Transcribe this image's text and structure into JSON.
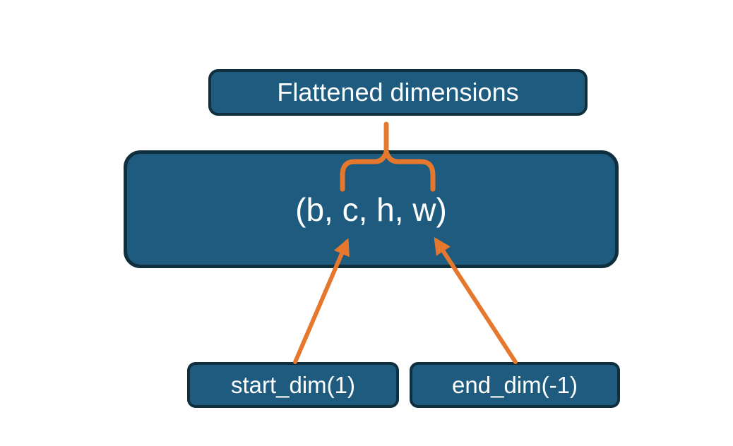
{
  "colors": {
    "background": "#ffffff",
    "box_fill": "#1e5b7e",
    "box_border": "#0f2e3e",
    "connector": "#e5782d",
    "text": "#ffffff"
  },
  "nodes": {
    "flattened": {
      "label": "Flattened dimensions"
    },
    "tensor": {
      "label": "(b, c, h, w)"
    },
    "start_dim": {
      "label": "start_dim(1)"
    },
    "end_dim": {
      "label": "end_dim(-1)"
    }
  },
  "connectors": [
    {
      "name": "flattened-brace",
      "type": "curly-brace",
      "from": "flattened",
      "to": "tensor"
    },
    {
      "name": "start-dim-arrow",
      "type": "arrow",
      "from": "start_dim",
      "to": "tensor"
    },
    {
      "name": "end-dim-arrow",
      "type": "arrow",
      "from": "end_dim",
      "to": "tensor"
    }
  ]
}
